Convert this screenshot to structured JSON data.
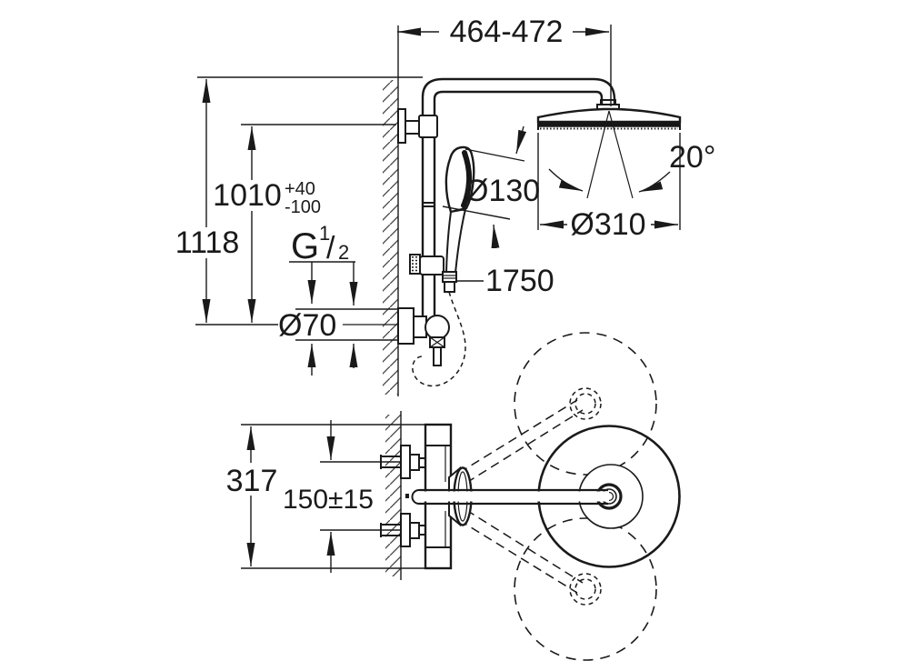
{
  "page": {
    "background": "#ffffff",
    "line_color": "#1a1a1a",
    "description": "Shower system technical dimensional drawing, side elevation and plan view"
  },
  "side_view": {
    "dim_arm_reach": "464-472",
    "dim_overall_height": "1118",
    "dim_holder_height": "1010",
    "tolerance_plus": "+40",
    "tolerance_minus": "-100",
    "thread_g": "G",
    "thread_numerator": "1",
    "thread_slash": "/",
    "thread_denominator": "2",
    "dim_escutcheon_diameter": "Ø70",
    "dim_hand_shower_diameter": "Ø130",
    "dim_hose_length": "1750",
    "dim_head_shower_diameter": "Ø310",
    "dim_spray_angle": "20°"
  },
  "plan_view": {
    "dim_body_length": "317",
    "dim_connection_distance": "150±15"
  }
}
